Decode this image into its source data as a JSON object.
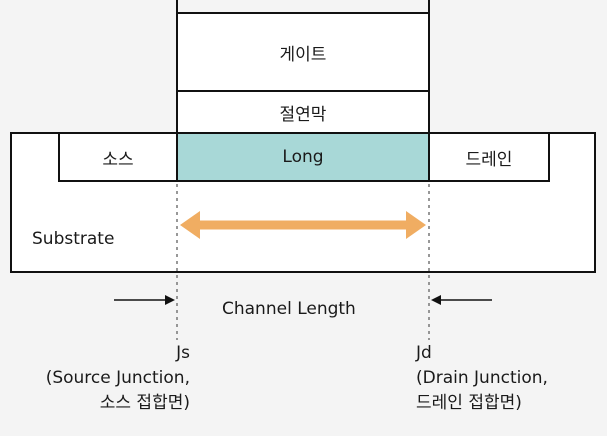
{
  "diagram": {
    "gate": "게이트",
    "insulator": "절연막",
    "channel": "Long",
    "source": "소스",
    "drain": "드레인",
    "substrate": "Substrate",
    "channel_length": "Channel Length",
    "js": {
      "symbol": "Js",
      "line1": "(Source Junction,",
      "line2": "소스 접합면)"
    },
    "jd": {
      "symbol": "Jd",
      "line1": "(Drain Junction,",
      "line2": "드레인 접합면)"
    }
  },
  "colors": {
    "channel_fill": "#a8d8d7",
    "arrow": "#f0ad62",
    "outline": "#111111"
  }
}
